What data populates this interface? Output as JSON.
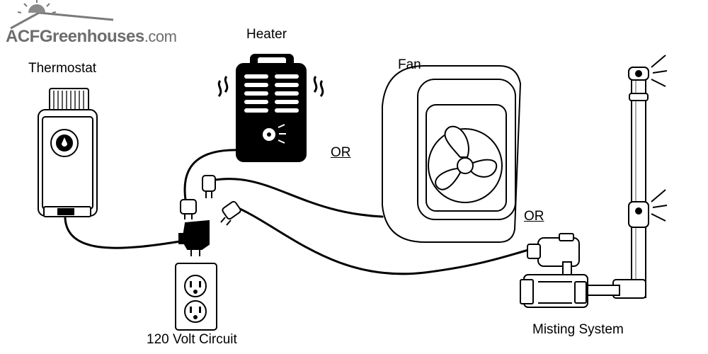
{
  "logo": {
    "brand": "ACF",
    "name": "Greenhouses",
    "domain": ".com"
  },
  "labels": {
    "thermostat": "Thermostat",
    "heater": "Heater",
    "fan": "Fan",
    "or_1": "OR",
    "or_2": "OR",
    "circuit": "120 Volt Circuit",
    "misting": "Misting System"
  },
  "colors": {
    "line": "#000000",
    "logo": "#6d6d6d",
    "background": "#ffffff"
  }
}
